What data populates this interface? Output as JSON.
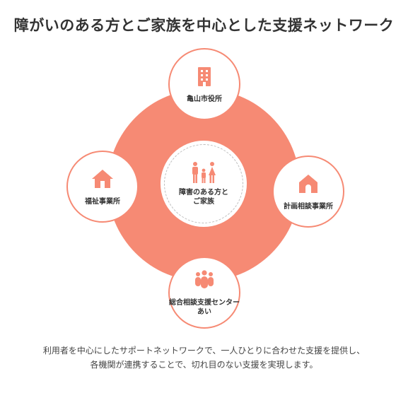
{
  "title": "障がいのある方とご家族を中心とした支援ネットワーク",
  "colors": {
    "accent": "#f68a74",
    "text": "#333333",
    "background": "#ffffff"
  },
  "center": {
    "icon": "family-icon",
    "label_line1": "障害のある方と",
    "label_line2": "ご家族"
  },
  "nodes": {
    "top": {
      "icon": "building-icon",
      "label": "亀山市役所"
    },
    "left": {
      "icon": "house-icon",
      "label": "福祉事業所"
    },
    "right": {
      "icon": "house-icon",
      "label": "計画相談事業所"
    },
    "bottom": {
      "icon": "group-icon",
      "label_line1": "総合相談支援センター",
      "label_line2": "あい"
    }
  },
  "description": {
    "line1": "利用者を中心にしたサポートネットワークで、一人ひとりに合わせた支援を提供し、",
    "line2": "各機関が連携することで、切れ目のない支援を実現します。"
  }
}
